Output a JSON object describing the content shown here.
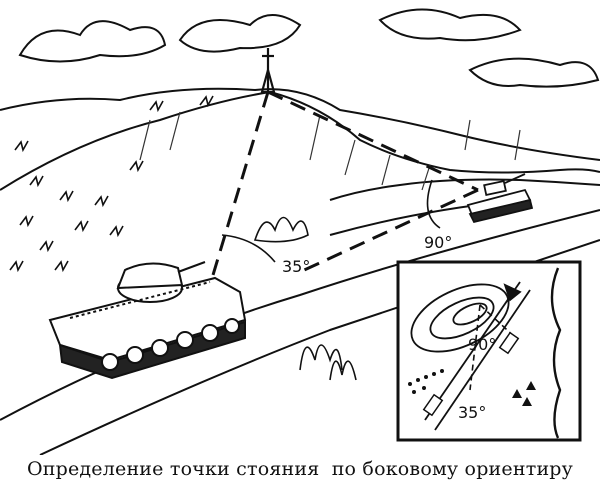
{
  "diagram": {
    "angle_left_label": "35°",
    "angle_right_label": "90°",
    "inset_angle_right_label": "90°",
    "inset_angle_left_label": "35°"
  },
  "caption": {
    "part1": "Определение точки стояния",
    "part2": "по боковому ориентиру"
  }
}
